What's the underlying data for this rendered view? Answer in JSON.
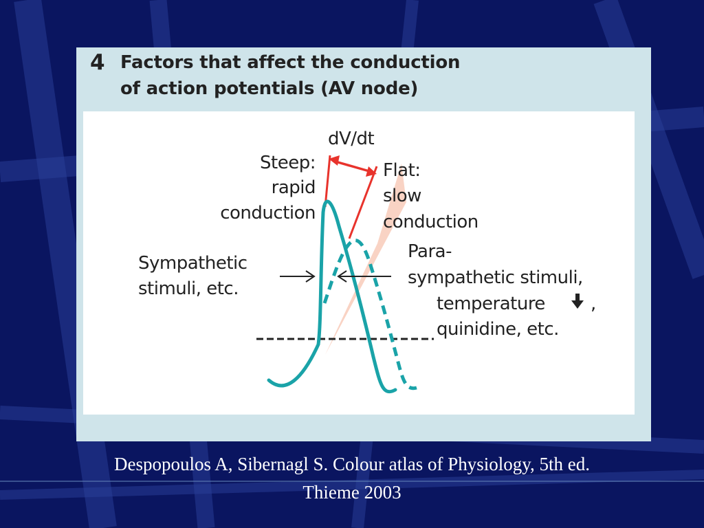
{
  "figure": {
    "number": "4",
    "title_line1": "Factors that affect the conduction",
    "title_line2": "of action potentials (AV node)"
  },
  "labels": {
    "dvdt": "dV/dt",
    "steep_1": "Steep:",
    "steep_2": "rapid",
    "steep_3": "conduction",
    "flat_1": "Flat:",
    "flat_2": "slow",
    "flat_3": "conduction",
    "symp_1": "Sympathetic",
    "symp_2": "stimuli, etc.",
    "para_1": "Para-",
    "para_2": "sympathetic stimuli,",
    "para_3": "temperature",
    "para_3_comma": ",",
    "para_4": "quinidine, etc."
  },
  "caption": {
    "line1": "Despopoulos A, Sibernagl S. Colour atlas of Physiology, 5th ed.",
    "line2": "Thieme 2003"
  },
  "colors": {
    "background": "#0a1560",
    "panel": "#cfe4ea",
    "curve": "#1aa3a8",
    "slope": "#e8332c",
    "slope_fill": "#f9d3c4"
  },
  "icons": {
    "temperature_decrease": "down-arrow-icon"
  }
}
